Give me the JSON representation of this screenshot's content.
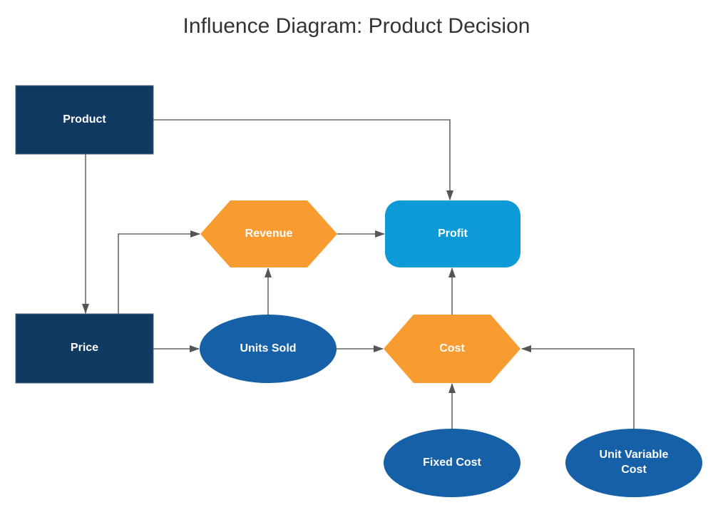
{
  "title": "Influence Diagram: Product Decision",
  "colors": {
    "navy": "#113A63",
    "orange": "#F89C32",
    "light_blue": "#0E9AD6",
    "blue": "#1660A8",
    "connector": "#666666",
    "arrowhead": "#555555",
    "title_text": "#333333",
    "node_text": "#FFFFFF"
  },
  "nodes": {
    "product": {
      "label": "Product",
      "shape": "rectangle"
    },
    "price": {
      "label": "Price",
      "shape": "rectangle"
    },
    "revenue": {
      "label": "Revenue",
      "shape": "hexagon"
    },
    "profit": {
      "label": "Profit",
      "shape": "rounded-rectangle"
    },
    "units_sold": {
      "label": "Units Sold",
      "shape": "ellipse"
    },
    "cost": {
      "label": "Cost",
      "shape": "hexagon"
    },
    "fixed_cost": {
      "label": "Fixed Cost",
      "shape": "ellipse"
    },
    "unit_variable_cost": {
      "label": "Unit Variable Cost",
      "shape": "ellipse",
      "label_lines": [
        "Unit Variable",
        "Cost"
      ]
    }
  },
  "edges": [
    {
      "from": "product",
      "to": "profit"
    },
    {
      "from": "product",
      "to": "price"
    },
    {
      "from": "price",
      "to": "revenue"
    },
    {
      "from": "price",
      "to": "units_sold"
    },
    {
      "from": "units_sold",
      "to": "revenue"
    },
    {
      "from": "revenue",
      "to": "profit"
    },
    {
      "from": "units_sold",
      "to": "cost"
    },
    {
      "from": "cost",
      "to": "profit"
    },
    {
      "from": "fixed_cost",
      "to": "cost"
    },
    {
      "from": "unit_variable_cost",
      "to": "cost"
    }
  ]
}
